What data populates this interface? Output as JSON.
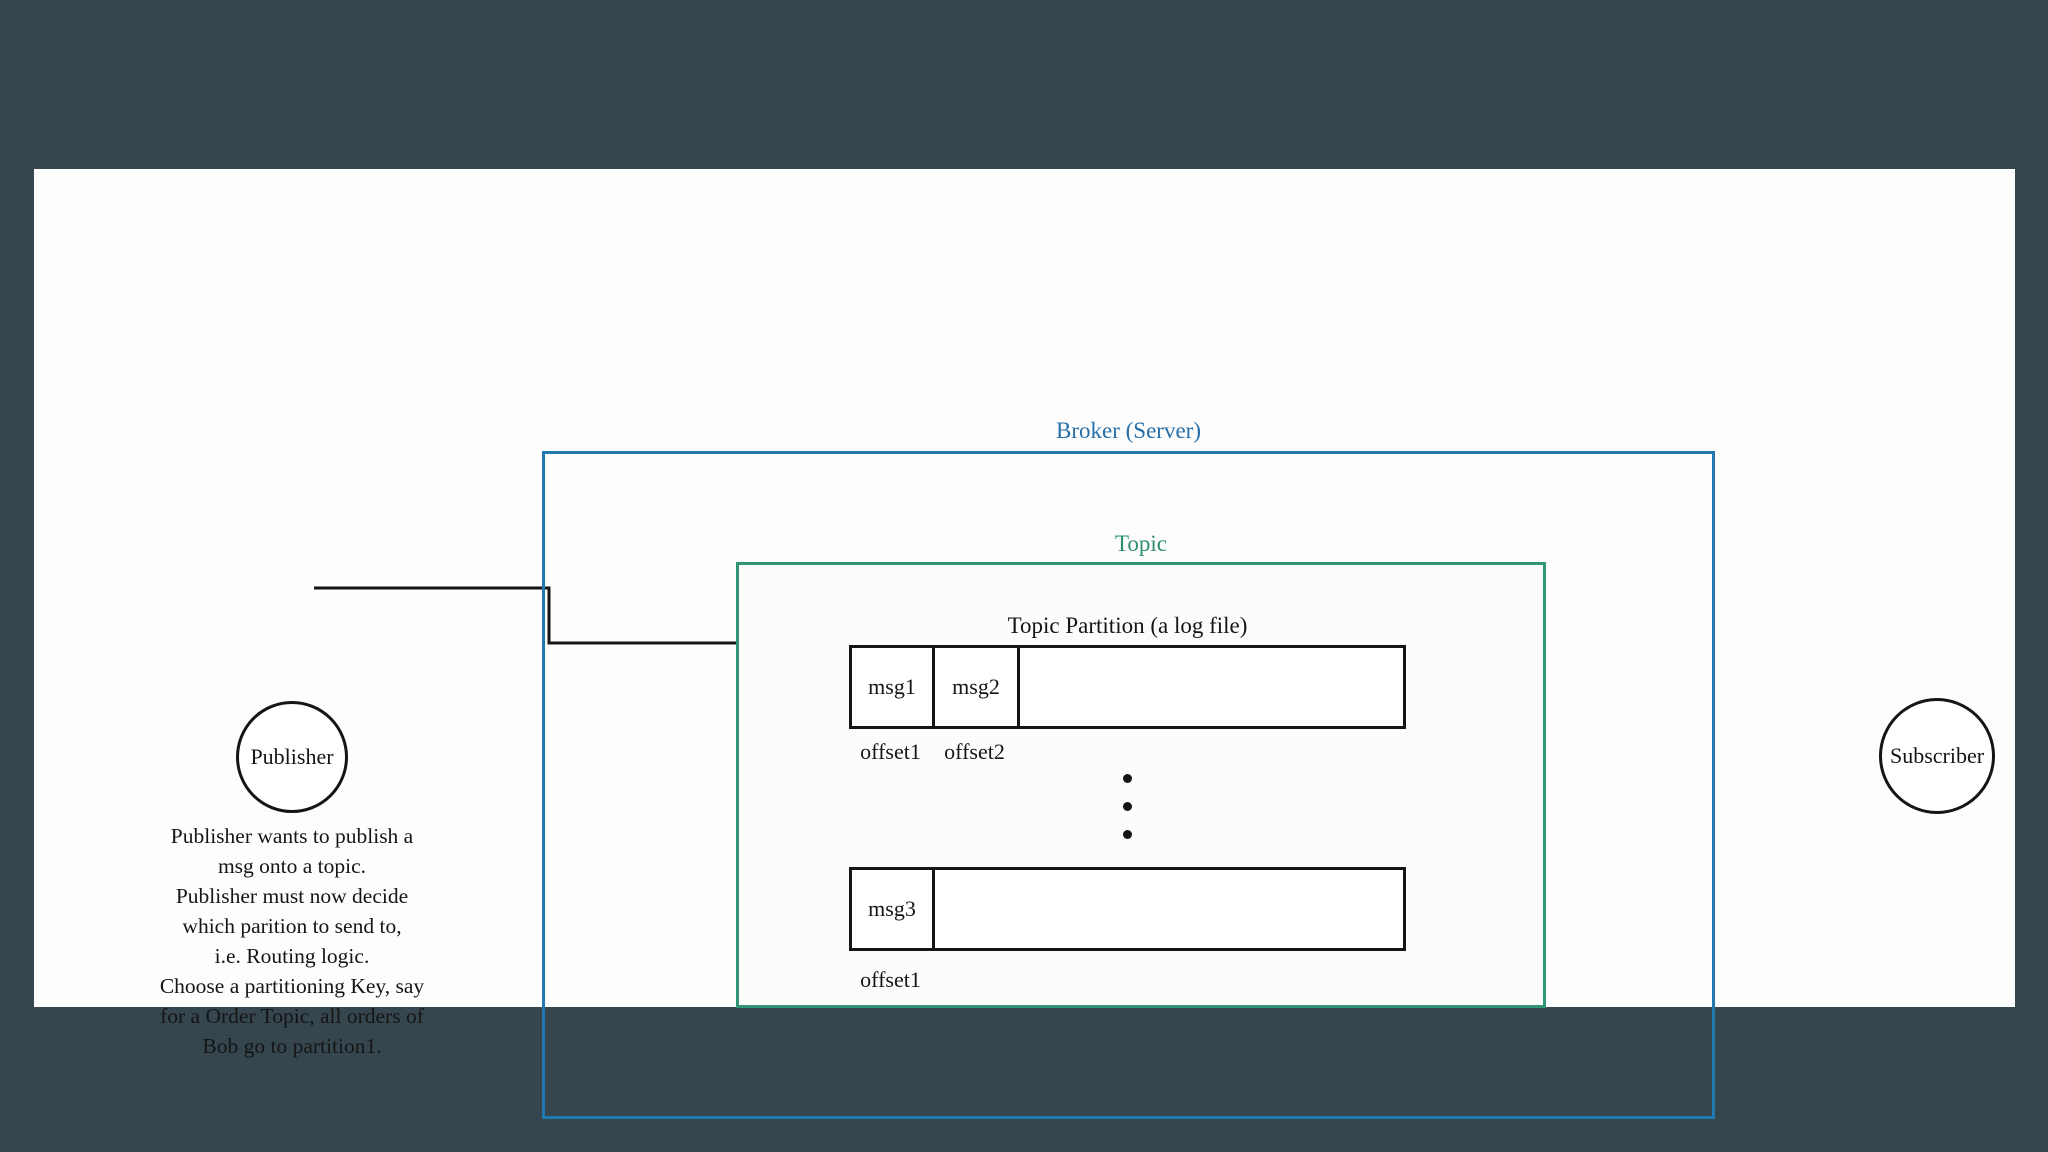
{
  "colors": {
    "background": "#35464e",
    "canvas": "#fdfdfd",
    "broker_border": "#2279b2",
    "broker_label": "#266fa8",
    "topic_border": "#2f9678",
    "topic_label": "#2e8f73",
    "ink": "#151515"
  },
  "broker": {
    "label": "Broker (Server)"
  },
  "topic": {
    "label": "Topic",
    "partition_title": "Topic Partition (a log file)"
  },
  "partitions": [
    {
      "messages": [
        "msg1",
        "msg2"
      ],
      "offsets": [
        "offset1",
        "offset2"
      ]
    },
    {
      "messages": [
        "msg3"
      ],
      "offsets": [
        "offset1"
      ]
    }
  ],
  "publisher": {
    "label": "Publisher",
    "note_lines": [
      "Publisher wants to publish a",
      "msg onto a topic.",
      "Publisher must now decide",
      "which parition to send to,",
      "i.e. Routing logic.",
      "Choose a partitioning Key,  say",
      "for a Order Topic, all orders of",
      "Bob go to partition1."
    ]
  },
  "subscriber": {
    "label": "Subscriber"
  }
}
